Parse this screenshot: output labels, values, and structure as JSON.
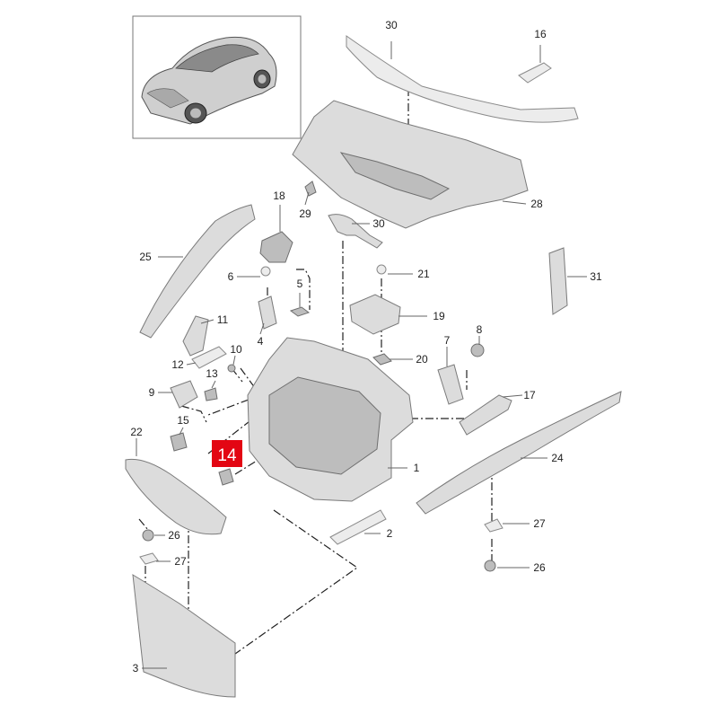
{
  "highlight": {
    "label": "14",
    "color": "#e30613",
    "text_color": "#ffffff"
  },
  "callouts": {
    "n1": "1",
    "n2": "2",
    "n3": "3",
    "n4": "4",
    "n5": "5",
    "n6": "6",
    "n8": "8",
    "n7": "7",
    "n9": "9",
    "n10": "10",
    "n11": "11",
    "n12": "12",
    "n13": "13",
    "n15": "15",
    "n16": "16",
    "n17": "17",
    "n18": "18",
    "n19": "19",
    "n20": "20",
    "n21": "21",
    "n22": "22",
    "n24": "24",
    "n25": "25",
    "n26a": "26",
    "n26b": "26",
    "n27a": "27",
    "n27b": "27",
    "n28": "28",
    "n29": "29",
    "n30a": "30",
    "n30b": "30",
    "n31": "31"
  },
  "icons": {
    "vehicle_thumbnail": "sports-coupe-thumbnail-icon"
  }
}
